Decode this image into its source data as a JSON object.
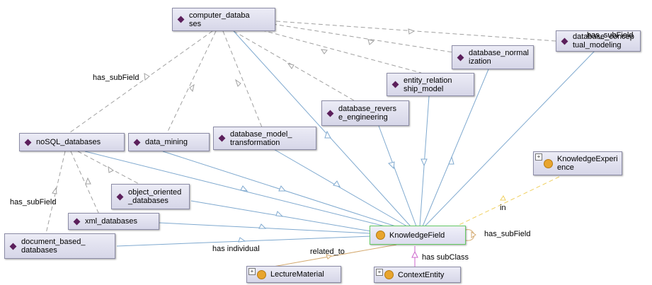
{
  "nodes": {
    "computer_databases": "computer_databa\nses",
    "database_conceptual_modeling": "database_concep\ntual_modeling",
    "database_normalization": "database_normal\nization",
    "entity_relationship_model": "entity_relation\nship_model",
    "database_reverse_engineering": "database_revers\ne_engineering",
    "noSQL_databases": "noSQL_databases",
    "data_mining": "data_mining",
    "database_model_transformation": "database_model_\ntransformation",
    "object_oriented_databases": "object_oriented\n_databases",
    "xml_databases": "xml_databases",
    "document_based_databases": "document_based_\ndatabases",
    "KnowledgeField": "KnowledgeField",
    "KnowledgeExperience": "KnowledgeExperi\nence",
    "LectureMaterial": "LectureMaterial",
    "ContextEntity": "ContextEntity"
  },
  "edge_labels": {
    "has_subField_1": "has_subField",
    "has_subField_2": "has_subField",
    "has_subField_top": "has_subField",
    "has_subField_self": "has_subField",
    "has_individual": "has individual",
    "related_to": "related_to",
    "has_subClass": "has subClass",
    "in": "in"
  },
  "colors": {
    "subfield_edge": "#a0a0a0",
    "individual_edge": "#7fa9cf",
    "related_edge": "#d4aa70",
    "subclass_edge": "#cc66cc",
    "in_edge": "#f0d060",
    "individual_icon": "#5b1f5b",
    "class_icon": "#e8a52e"
  },
  "icons": {
    "individual": "diamond-icon",
    "class": "circle-icon",
    "expand": "plus-icon"
  }
}
